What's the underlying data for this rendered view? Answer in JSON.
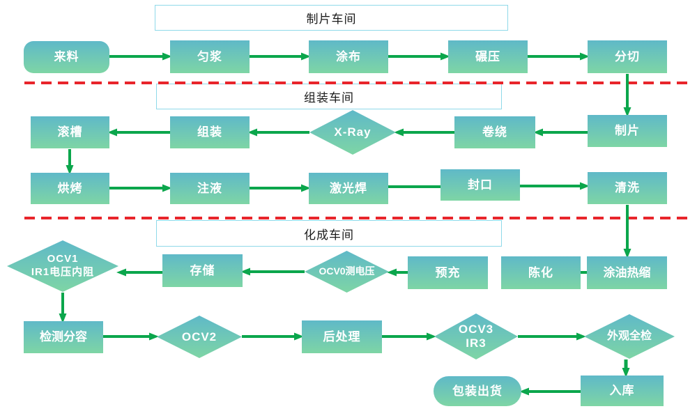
{
  "diagram": {
    "type": "flowchart",
    "section_titles": {
      "t1": "制片车间",
      "t2": "组装车间",
      "t3": "化成车间"
    },
    "nodes": {
      "lailiao": "来料",
      "yunjiang": "匀浆",
      "tubu": "涂布",
      "nianya": "碾压",
      "fenqie": "分切",
      "gunchao": "滚槽",
      "zuzhuang": "组装",
      "xray": "X-Ray",
      "juanrao": "卷绕",
      "zhipian": "制片",
      "hongkao": "烘烤",
      "zhuye": "注液",
      "jiguanghan": "激光焊",
      "fengkou": "封口",
      "qingxi": "清洗",
      "ocv1": "OCV1\nIR1电压内阻",
      "cunchu": "存储",
      "ocv0": "OCV0测电压",
      "yuchong": "预充",
      "chenhua": "陈化",
      "tuyou": "涂油热缩",
      "jiance": "检测分容",
      "ocv2": "OCV2",
      "houchuli": "后处理",
      "ocv3": "OCV3\nIR3",
      "waiguan": "外观全检",
      "ruku": "入库",
      "baozhuang": "包装出货"
    },
    "edges": [
      "来料→匀浆",
      "匀浆→涂布",
      "涂布→碾压",
      "碾压→分切",
      "分切→制片",
      "制片→卷绕",
      "卷绕→X-Ray",
      "X-Ray→组装",
      "组装→滚槽",
      "滚槽→烘烤",
      "烘烤→注液",
      "注液→激光焊",
      "激光焊—封口",
      "封口→清洗",
      "清洗→涂油热缩",
      "涂油热缩—陈化",
      "预充→OCV0测电压",
      "OCV0测电压→存储",
      "存储→OCV1 IR1电压内阻",
      "OCV1 IR1电压内阻→检测分容",
      "检测分容→OCV2",
      "OCV2→后处理",
      "后处理→OCV3 IR3",
      "OCV3 IR3→外观全检",
      "外观全检→入库",
      "入库→包装出货"
    ],
    "colors": {
      "node_gradient_top": "#5fb9c8",
      "node_gradient_bottom": "#7ed5a5",
      "node_text": "#ffffff",
      "arrow_green": "#0ba64c",
      "divider_red": "#e8252b",
      "title_border": "#8fd9e9",
      "title_text": "#1a1a1a"
    }
  }
}
